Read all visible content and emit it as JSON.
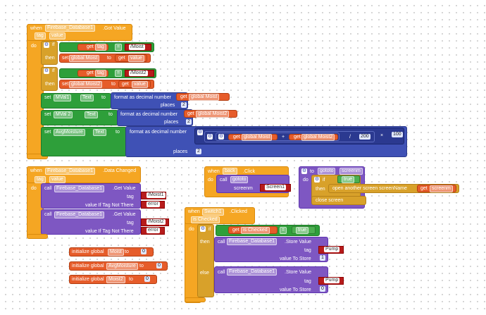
{
  "b1": {
    "when": "when",
    "comp": "Firebase_Database1",
    "event": ".Got Value",
    "p1": "tag",
    "p2": "value",
    "do": "do",
    "if": "if",
    "then": "then",
    "get": "get",
    "tag": "tag",
    "eq": "=",
    "moist_path": "/Moist",
    "set": "set",
    "global_moist": "global Moist",
    "to": "to",
    "value": "value",
    "moist2_path": "/Moist2",
    "global_moist2": "global Moist2",
    "mval1": "MVal1",
    "mval2": "MVal 2",
    "avg": "AvgMoisture",
    "text": "Text",
    "format": "format as decimal number",
    "places": "places",
    "two": "2",
    "plus": "+",
    "div": "/",
    "n200": "200",
    "times": "×",
    "n100": "100"
  },
  "b2": {
    "when": "when",
    "comp": "Firebase_Database1",
    "event": ".Data Changed",
    "p1": "tag",
    "p2": "value",
    "do": "do",
    "call": "call",
    "method": ".Get Value",
    "tag": "tag",
    "vitnt": "value If Tag Not There",
    "moist": "/Moist1",
    "error": "error",
    "moist2": "/Moist2"
  },
  "b3": {
    "when": "when",
    "comp": "back",
    "event": ".Click",
    "do": "do",
    "call": "call",
    "proc": "gototo",
    "screenm": "screenm",
    "screen1": "Screen1"
  },
  "b4": {
    "to": "to",
    "name": "gototo",
    "param": "screenm",
    "do": "do",
    "if": "if",
    "true": "true",
    "then": "then",
    "open": "open another screen  screenName",
    "get": "get",
    "gscreenm": "screenm",
    "close": "close screen"
  },
  "b5": {
    "when": "when",
    "comp": "Switch1",
    "event": ".Clicked",
    "is_checked": "is Checked",
    "do": "do",
    "if": "if",
    "get": "get",
    "eq": "=",
    "true": "true",
    "then": "then",
    "else": "else",
    "call": "call",
    "fb": "Firebase_Database1",
    "store": ".Store Value",
    "tag": "tag",
    "vts": "value To Store",
    "pump": "Pump",
    "one": "1",
    "zero": "0"
  },
  "globals": [
    {
      "label": "initialize global",
      "name": "Moist",
      "to": "to",
      "val": "0"
    },
    {
      "label": "initialize global",
      "name": "AvgMoisture",
      "to": "to",
      "val": "0"
    },
    {
      "label": "initialize global",
      "name": "Moist2",
      "to": "to",
      "val": "0"
    }
  ]
}
